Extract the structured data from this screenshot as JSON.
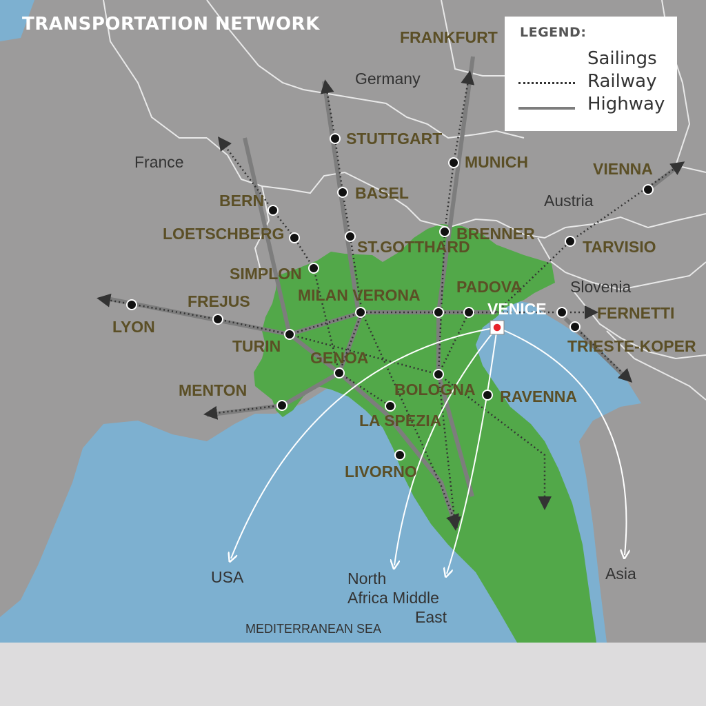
{
  "title": "TRANSPORTATION NETWORK",
  "legend": {
    "title": "LEGEND:",
    "items": [
      "Sailings",
      "Railway",
      "Highway"
    ]
  },
  "colors": {
    "sea": "#7db0d0",
    "land": "#9c9b9b",
    "italy": "#52a849",
    "border": "#e9e9e9",
    "city_label": "#5b4f26",
    "venice_label": "#ffffff",
    "highway": "#7d7d7d",
    "railway": "#333333",
    "sailing": "#ffffff"
  },
  "cities": [
    {
      "name": "FRANKFURT"
    },
    {
      "name": "STUTTGART"
    },
    {
      "name": "MUNICH"
    },
    {
      "name": "VIENNA"
    },
    {
      "name": "BASEL"
    },
    {
      "name": "BERN"
    },
    {
      "name": "LOETSCHBERG"
    },
    {
      "name": "BRENNER"
    },
    {
      "name": "ST.GOTTHARD"
    },
    {
      "name": "TARVISIO"
    },
    {
      "name": "SIMPLON"
    },
    {
      "name": "PADOVA"
    },
    {
      "name": "MILAN VERONA"
    },
    {
      "name": "FREJUS"
    },
    {
      "name": "VENICE"
    },
    {
      "name": "FERNETTI"
    },
    {
      "name": "LYON"
    },
    {
      "name": "TURIN"
    },
    {
      "name": "TRIESTE-KOPER"
    },
    {
      "name": "GENOA"
    },
    {
      "name": "MENTON"
    },
    {
      "name": "BOLOGNA"
    },
    {
      "name": "RAVENNA"
    },
    {
      "name": "LA SPEZIA"
    },
    {
      "name": "LIVORNO"
    }
  ],
  "countries": [
    "Germany",
    "France",
    "Austria",
    "Slovenia"
  ],
  "sailing_destinations": [
    "USA",
    "North Africa Middle East",
    "Asia"
  ],
  "sea_name": "MEDITERRANEAN SEA"
}
